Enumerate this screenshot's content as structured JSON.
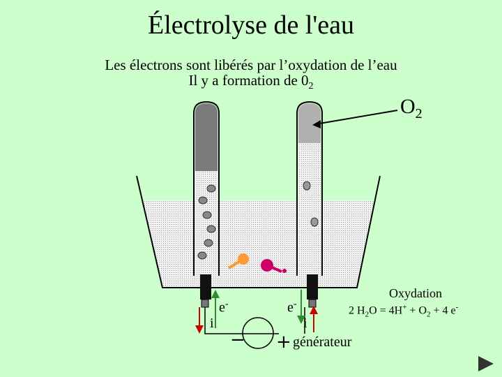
{
  "title": "Électrolyse de l'eau",
  "subtitle_line1": "Les électrons sont libérés par l’oxydation de l’eau",
  "subtitle_line2_prefix": "Il y a formation de 0",
  "subtitle_line2_sub": "2",
  "gas_label_main": "O",
  "gas_label_sub": "2",
  "electron_left": "e",
  "electron_left_sup": "-",
  "electron_right": "e",
  "electron_right_sup": "-",
  "current_left": "i",
  "current_right": "i",
  "minus_sign": "−",
  "plus_sign": "+",
  "generator_label": "générateur",
  "equation_title": "Oxydation",
  "equation": {
    "coef": "2 H",
    "h2o_sub": "2",
    "o_part": "O  = 4H",
    "hplus_sup": "+",
    "plus_o": " + O",
    "o2_sub": "2",
    "tail": " + 4 e",
    "e_sup": "-"
  },
  "colors": {
    "background": "#ccffcc",
    "water": "#e8e8e8",
    "left_gas": "#7a7a7a",
    "right_gas": "#b0b0b0",
    "electrode": "#111111",
    "arrow_green": "#2e8b2e",
    "arrow_red": "#cc0000",
    "orange_molecule": "#ff9933",
    "magenta_molecule": "#cc0066"
  },
  "icons": {
    "next": "play-triangle-icon"
  }
}
